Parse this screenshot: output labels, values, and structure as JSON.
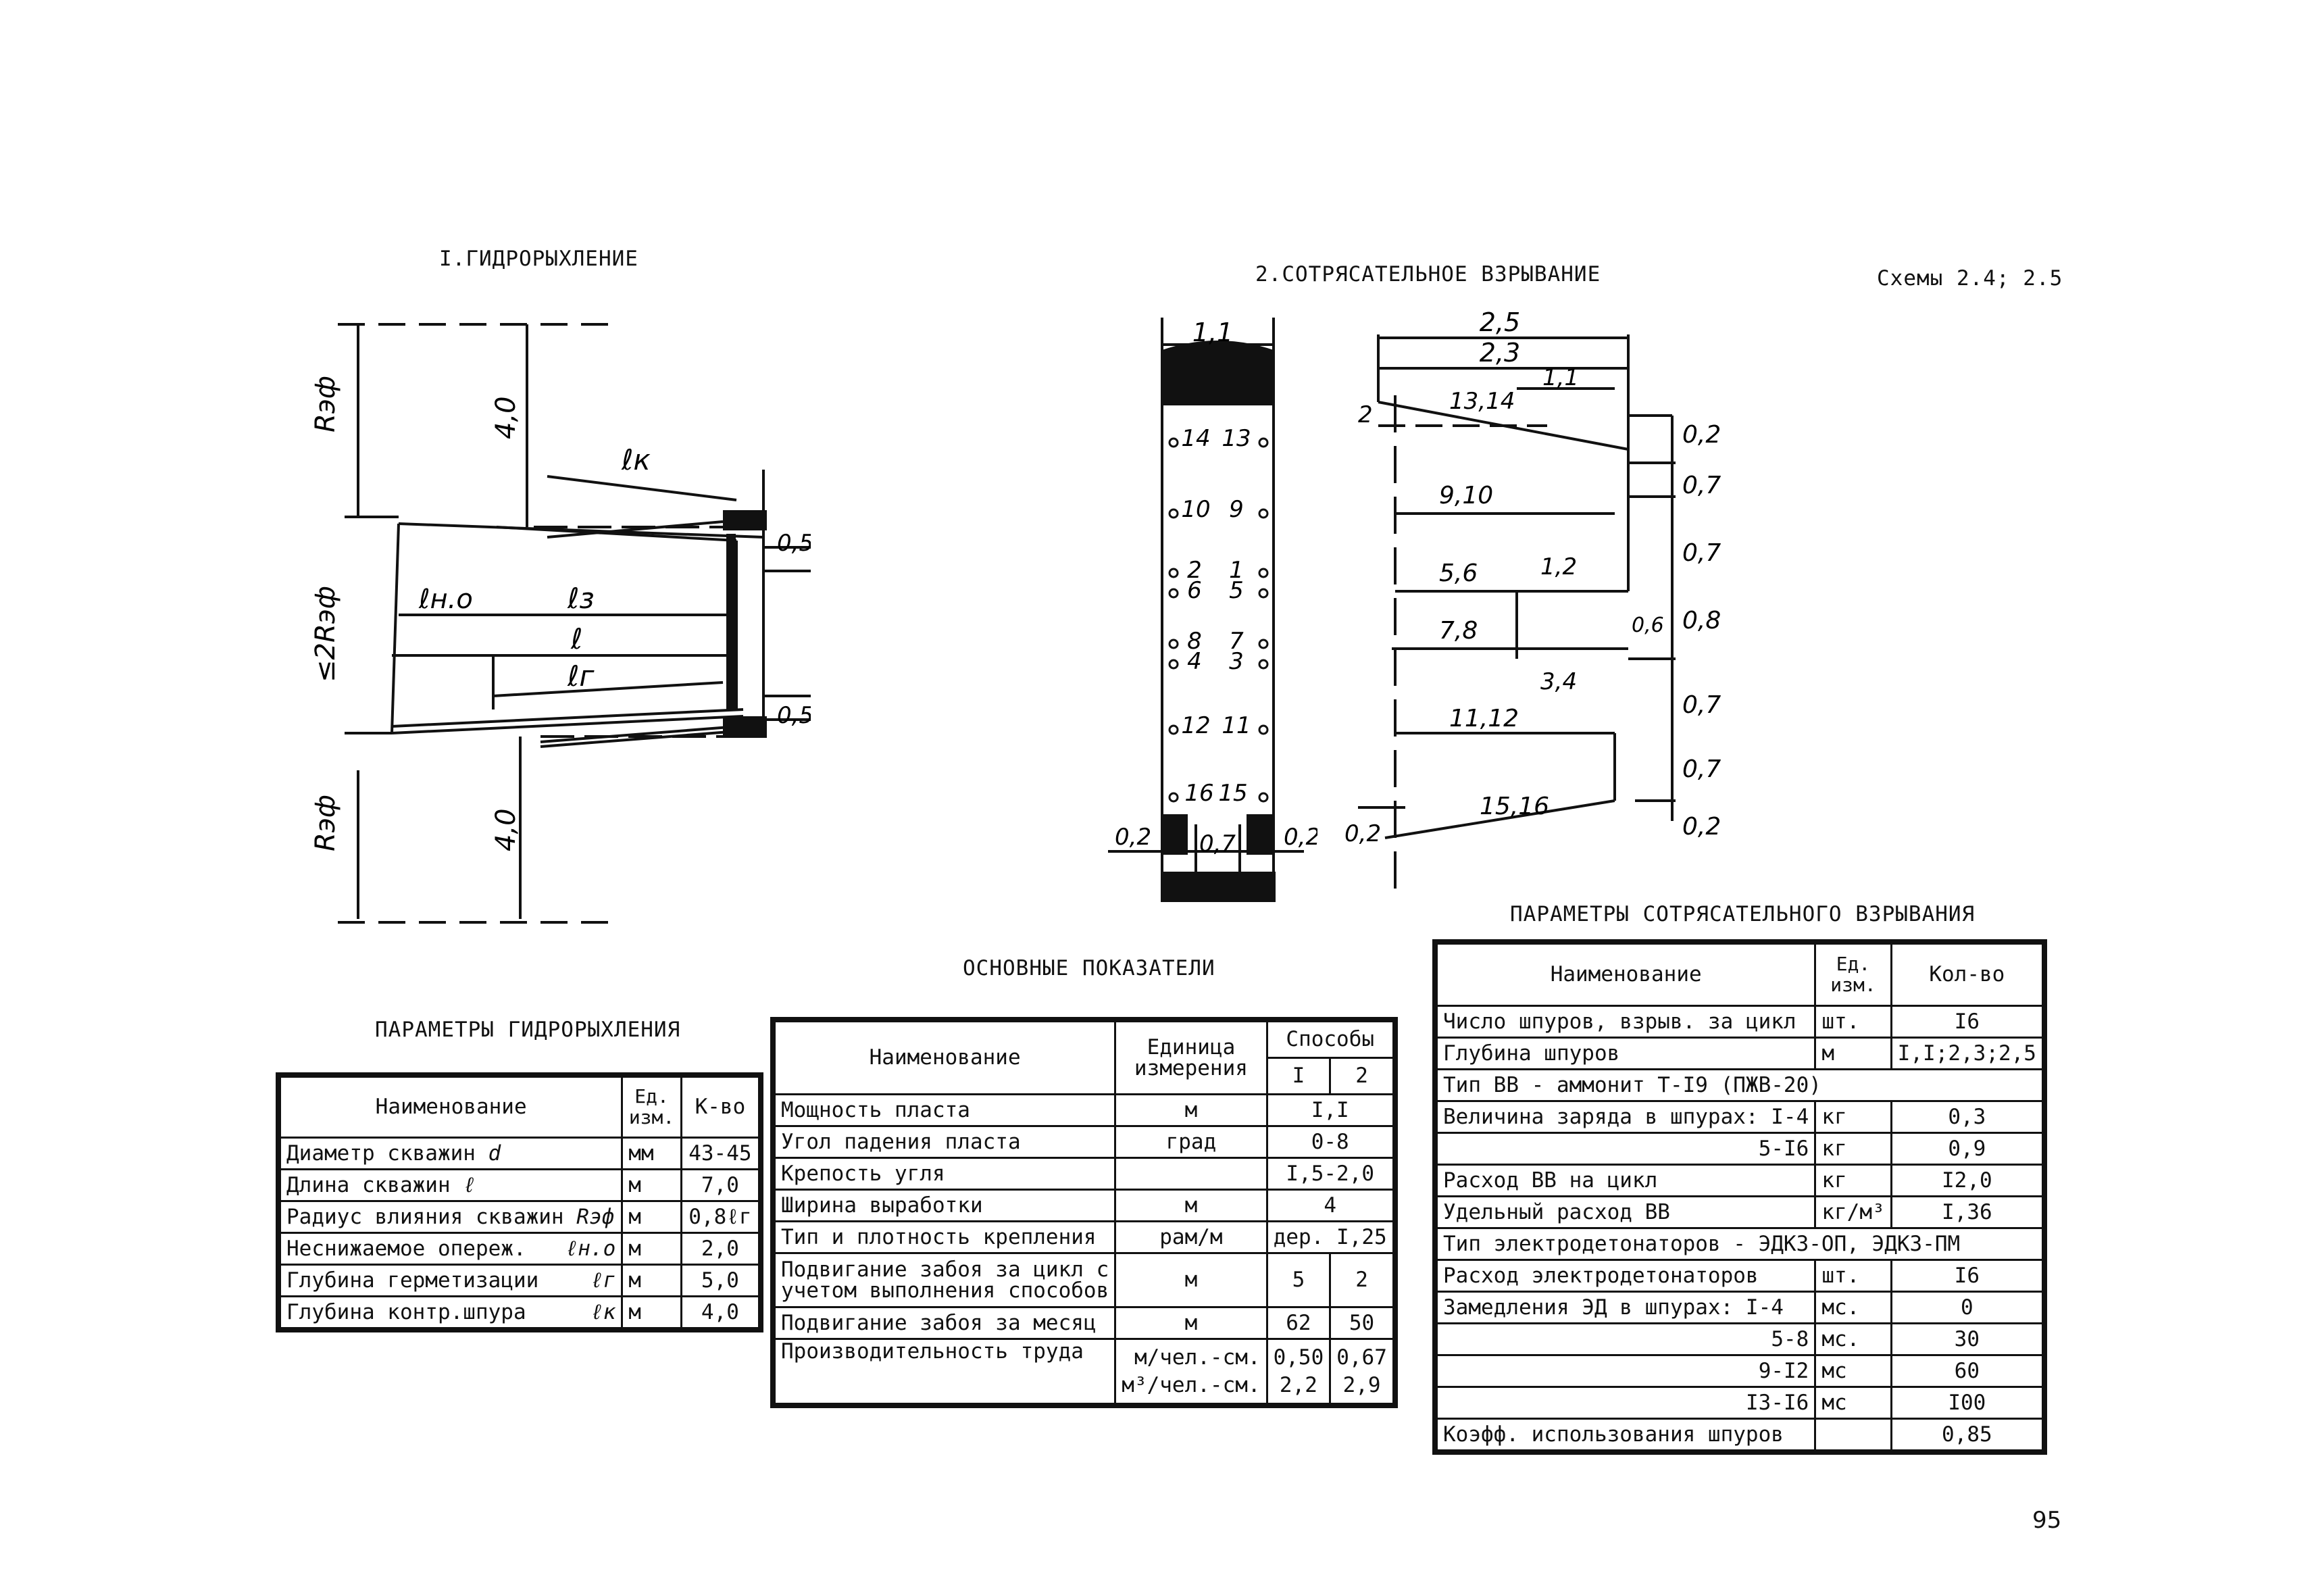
{
  "page": {
    "scheme_ref": "Схемы 2.4; 2.5",
    "page_number": "95"
  },
  "section1": {
    "title": "I.ГИДРОРЫХЛЕНИЕ",
    "diagram_labels": {
      "r_top": "Rэф",
      "depth_top": "4,0",
      "lk": "ℓк",
      "dim1": "0,5",
      "range": "≤2Rэф",
      "lno": "ℓн.о",
      "lz": "ℓз",
      "l": "ℓ",
      "lg": "ℓг",
      "dim2": "0,5",
      "r_bot": "Rэф",
      "depth_bot": "4,0"
    }
  },
  "section2": {
    "title": "2.СОТРЯСАТЕЛЬНОЕ ВЗРЫВАНИЕ",
    "front": {
      "width": "1,1",
      "bottom_left": "0,2",
      "bottom_mid": "0,7",
      "bottom_right": "0,2",
      "holes": [
        [
          "14",
          "13"
        ],
        [
          "10",
          "9"
        ],
        [
          "2",
          "1"
        ],
        [
          "6",
          "5"
        ],
        [
          "8",
          "7"
        ],
        [
          "4",
          "3"
        ],
        [
          "12",
          "11"
        ],
        [
          "16",
          "15"
        ]
      ]
    },
    "side": {
      "d25": "2,5",
      "d23": "2,3",
      "d11": "1,1",
      "d2": "2",
      "g1314": "13,14",
      "g910": "9,10",
      "g56": "5,6",
      "d12": "1,2",
      "d06": "0,6",
      "g78": "7,8",
      "d34": "3,4",
      "g1112": "11,12",
      "g1516": "15,16",
      "d02l": "0,2",
      "right": [
        "0,2",
        "0,7",
        "0,7",
        "0,8",
        "0,7",
        "0,7",
        "0,2"
      ]
    }
  },
  "hydro_table": {
    "title": "ПАРАМЕТРЫ ГИДРОРЫХЛЕНИЯ",
    "headers": [
      "Наименование",
      "Ед. изм.",
      "К-во"
    ],
    "rows": [
      {
        "name": "Диаметр скважин",
        "sym": "d",
        "unit": "мм",
        "val": "43-45"
      },
      {
        "name": "Длина скважин",
        "sym": "ℓ",
        "unit": "м",
        "val": "7,0"
      },
      {
        "name": "Радиус влияния скважин",
        "sym": "Rэф",
        "unit": "м",
        "val": "0,8ℓг"
      },
      {
        "name": "Неснижаемое опереж.",
        "sym": "ℓн.о",
        "unit": "м",
        "val": "2,0"
      },
      {
        "name": "Глубина герметизации",
        "sym": "ℓг",
        "unit": "м",
        "val": "5,0"
      },
      {
        "name": "Глубина контр.шпура",
        "sym": "ℓк",
        "unit": "м",
        "val": "4,0"
      }
    ]
  },
  "main_table": {
    "title": "ОСНОВНЫЕ ПОКАЗАТЕЛИ",
    "headers": {
      "name": "Наименование",
      "unit": "Единица измерения",
      "methods": "Способы",
      "m1": "I",
      "m2": "2"
    },
    "rows": {
      "r1": {
        "name": "Мощность пласта",
        "unit": "м",
        "val": "I,I"
      },
      "r2": {
        "name": "Угол падения пласта",
        "unit": "град",
        "val": "0-8"
      },
      "r3": {
        "name": "Крепость угля",
        "unit": "",
        "val": "I,5-2,0"
      },
      "r4": {
        "name": "Ширина выработки",
        "unit": "м",
        "val": "4"
      },
      "r5": {
        "name": "Тип и плотность крепления",
        "unit": "рам/м",
        "val": "дер. I,25"
      },
      "r6": {
        "name1": "Подвигание забоя за цикл с",
        "name2": "учетом выполнения способов",
        "unit": "м",
        "v1": "5",
        "v2": "2"
      },
      "r7": {
        "name": "Подвигание забоя за месяц",
        "unit": "м",
        "v1": "62",
        "v2": "50"
      },
      "r8": {
        "name": "Производительность труда",
        "unit1": "м/чел.-см.",
        "unit2": "м³/чел.-см.",
        "v1a": "0,50",
        "v2a": "0,67",
        "v1b": "2,2",
        "v2b": "2,9"
      }
    }
  },
  "blast_table": {
    "title": "ПАРАМЕТРЫ СОТРЯСАТЕЛЬНОГО ВЗРЫВАНИЯ",
    "headers": [
      "Наименование",
      "Ед. изм.",
      "Кол-во"
    ],
    "rows": {
      "a": {
        "name": "Число шпуров, взрыв. за цикл",
        "unit": "шт.",
        "val": "I6"
      },
      "b": {
        "name": "Глубина шпуров",
        "unit": "м",
        "val": "I,I;2,3;2,5"
      },
      "c": {
        "name": "Тип ВВ - аммонит Т-I9 (ПЖВ-20)"
      },
      "d": {
        "name": "Величина заряда в шпурах: I-4",
        "unit": "кг",
        "val": "0,3"
      },
      "e": {
        "name": "5-I6",
        "unit": "кг",
        "val": "0,9"
      },
      "f": {
        "name": "Расход ВВ на цикл",
        "unit": "кг",
        "val": "I2,0"
      },
      "g": {
        "name": "Удельный расход ВВ",
        "unit": "кг/м³",
        "val": "I,36"
      },
      "h": {
        "name": "Тип электродетонаторов - ЭДКЗ-ОП, ЭДКЗ-ПМ"
      },
      "i": {
        "name": "Расход электродетонаторов",
        "unit": "шт.",
        "val": "I6"
      },
      "j": {
        "name": "Замедления ЭД в шпурах: I-4",
        "unit": "мс.",
        "val": "0"
      },
      "k": {
        "name": "5-8",
        "unit": "мс.",
        "val": "30"
      },
      "l": {
        "name": "9-I2",
        "unit": "мс",
        "val": "60"
      },
      "m": {
        "name": "I3-I6",
        "unit": "мс",
        "val": "I00"
      },
      "n": {
        "name": "Коэфф. использования шпуров",
        "unit": "",
        "val": "0,85"
      }
    }
  }
}
